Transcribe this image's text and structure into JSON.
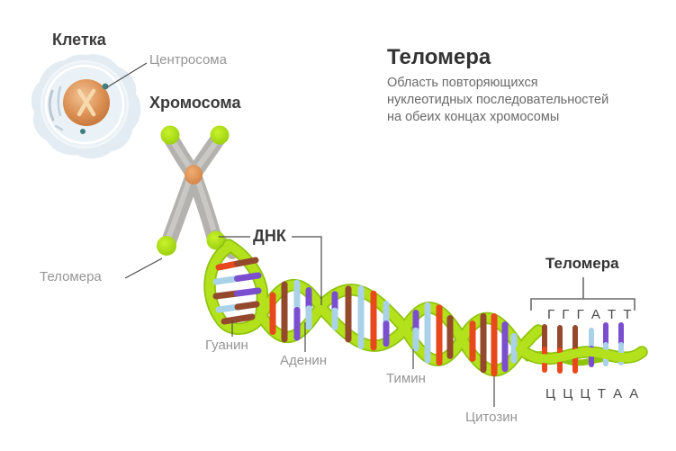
{
  "diagram": {
    "cell": {
      "label": "Клетка",
      "centrosome_label": "Центросома"
    },
    "chromosome": {
      "label": "Хромосома",
      "telomere_label": "Теломера"
    },
    "dna_label": "ДНК",
    "telomere_info": {
      "title": "Теломера",
      "description_lines": [
        "Область повторяющихся",
        "нуклеотидных последовательностей",
        "на обеих концах хромосомы"
      ]
    },
    "base_labels": {
      "guanine": "Гуанин",
      "adenine": "Аденин",
      "thymine": "Тимин",
      "cytosine": "Цитозин"
    },
    "telomere_sequence": {
      "label": "Теломера",
      "top_strand": "Г Г Г А Т Т",
      "bottom_strand": "Ц Ц Ц Т А А"
    }
  },
  "colors": {
    "helix_green": "#b3e11c",
    "helix_green_dark": "#8fc40e",
    "base_guanine_brown": "#94492d",
    "base_cytosine_red": "#e8481c",
    "base_adenine_purple": "#7b4ed0",
    "base_thymine_blue": "#a9d2e8",
    "chromosome_gray": "#b4b2af",
    "telomere_tip_green": "#a4da10",
    "centromere_orange": "#e0995c"
  }
}
